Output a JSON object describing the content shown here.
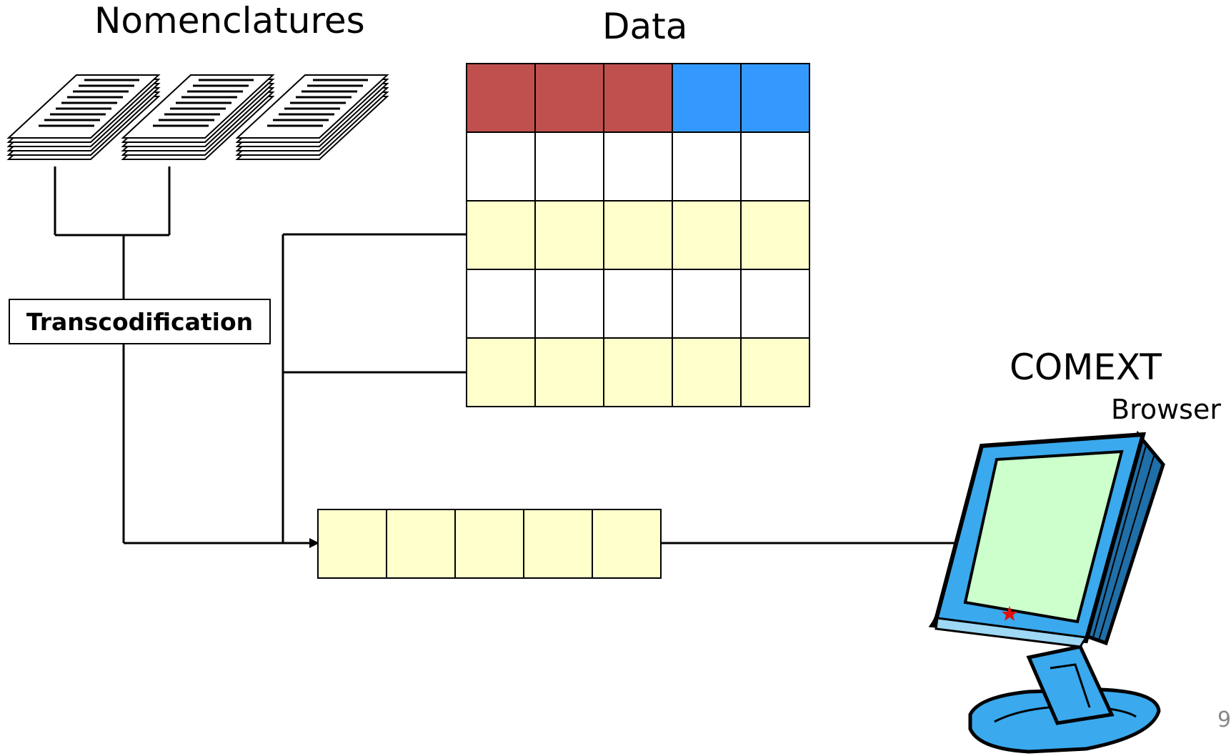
{
  "labels": {
    "nomenclatures": "Nomenclatures",
    "data": "Data",
    "transcodification": "Transcodification",
    "comext": "COMEXT",
    "browser": "Browser",
    "page_number": "9"
  },
  "colors": {
    "header_red": "#c0504d",
    "header_blue": "#3399ff",
    "row_yellow": "#ffffcc",
    "row_white": "#ffffff",
    "monitor_blue": "#3aa9ee",
    "screen_green": "#ccffcc"
  },
  "data_table": {
    "columns": 5,
    "rows": [
      [
        "header_red",
        "header_red",
        "header_red",
        "header_blue",
        "header_blue"
      ],
      [
        "row_white",
        "row_white",
        "row_white",
        "row_white",
        "row_white"
      ],
      [
        "row_yellow",
        "row_yellow",
        "row_yellow",
        "row_yellow",
        "row_yellow"
      ],
      [
        "row_white",
        "row_white",
        "row_white",
        "row_white",
        "row_white"
      ],
      [
        "row_yellow",
        "row_yellow",
        "row_yellow",
        "row_yellow",
        "row_yellow"
      ]
    ]
  },
  "output_record": {
    "cells": 5,
    "color": "row_yellow"
  },
  "document_stacks": 3
}
